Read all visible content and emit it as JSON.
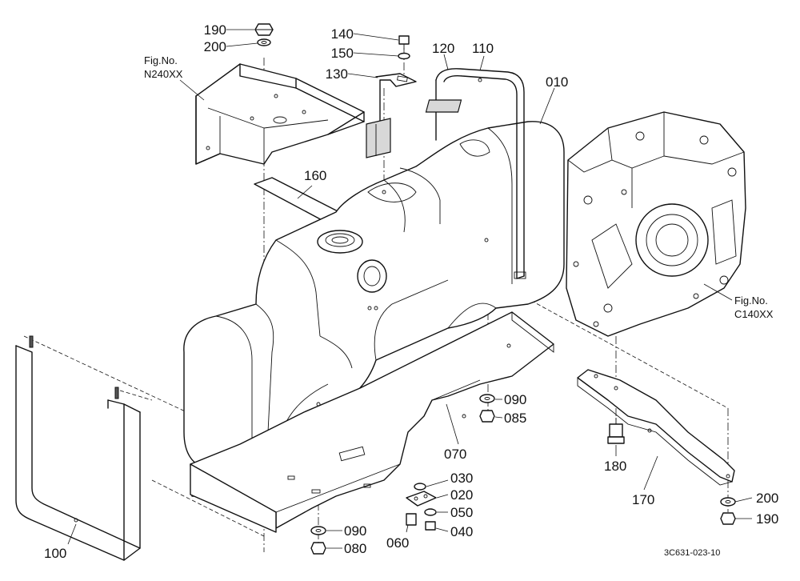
{
  "parts": {
    "p010": "010",
    "p020": "020",
    "p030": "030",
    "p040": "040",
    "p050": "050",
    "p060": "060",
    "p070": "070",
    "p080": "080",
    "p085": "085",
    "p090a": "090",
    "p090b": "090",
    "p100": "100",
    "p110": "110",
    "p120": "120",
    "p130": "130",
    "p140": "140",
    "p150": "150",
    "p160": "160",
    "p170": "170",
    "p180": "180",
    "p190a": "190",
    "p190b": "190",
    "p200a": "200",
    "p200b": "200"
  },
  "references": {
    "n240": {
      "line1": "Fig.No.",
      "line2": "N240XX"
    },
    "c140": {
      "line1": "Fig.No.",
      "line2": "C140XX"
    }
  },
  "drawing_code": "3C631-023-10"
}
